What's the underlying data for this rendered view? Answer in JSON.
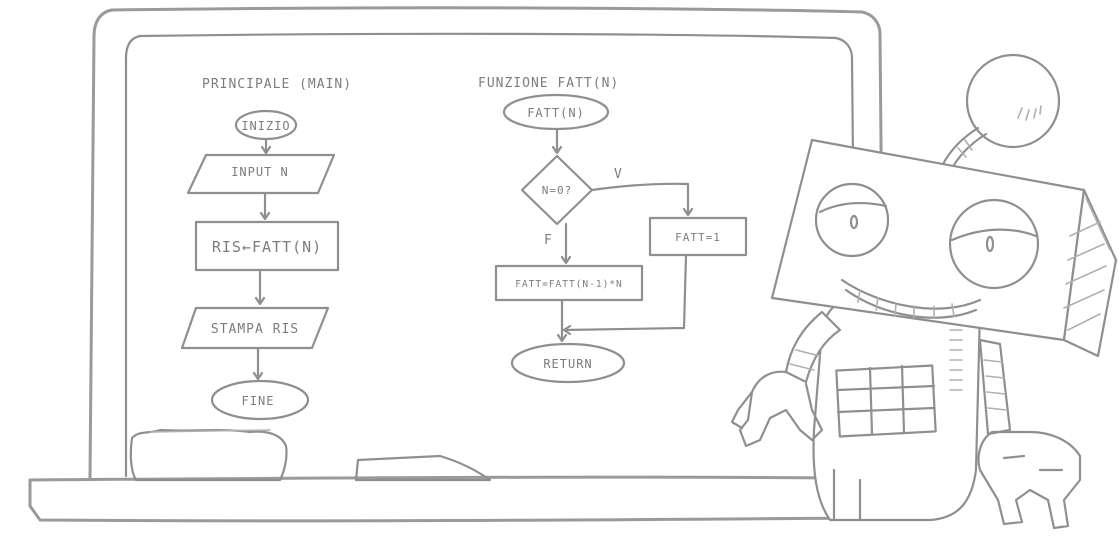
{
  "diagram": {
    "main_title": "PRINCIPALE (MAIN)",
    "function_title": "FUNZIONE FATT(N)",
    "main_flow": {
      "start": "INIZIO",
      "input": "INPUT N",
      "process": "RIS←FATT(N)",
      "output": "STAMPA RIS",
      "end": "FINE"
    },
    "function_flow": {
      "start": "FATT(N)",
      "decision": "N=0?",
      "true_label": "V",
      "false_label": "F",
      "true_branch": "FATT=1",
      "false_branch": "FATT=FATT(N-1)*N",
      "end": "RETURN"
    }
  },
  "colors": {
    "stroke": "#8f8f8f",
    "text": "#7d7d7d",
    "background": "#ffffff"
  }
}
